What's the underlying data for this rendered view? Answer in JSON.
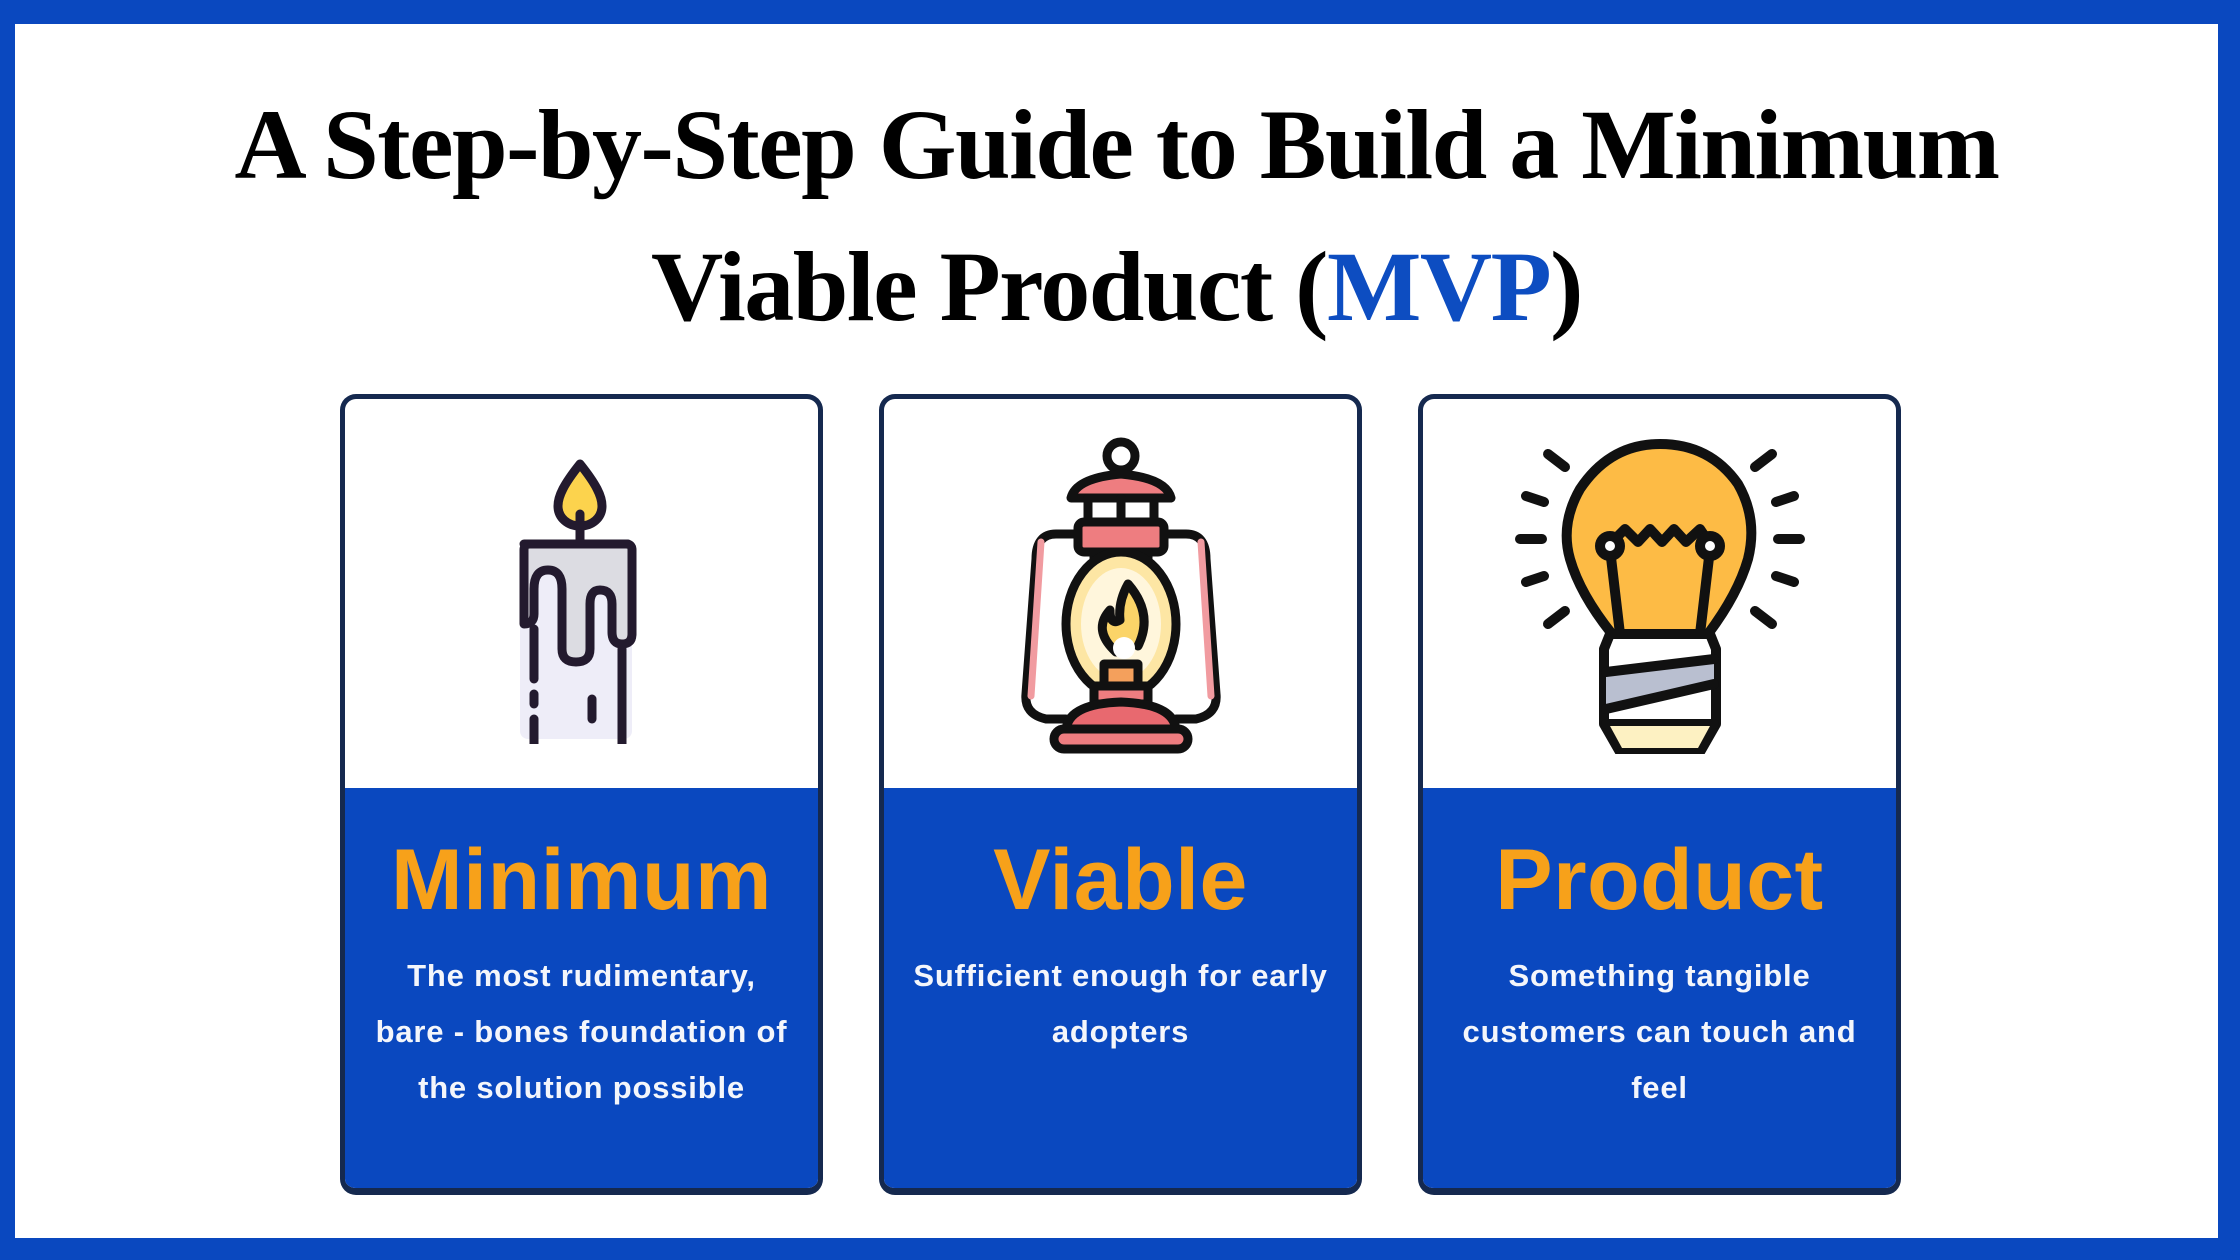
{
  "title": {
    "line1": "A Step-by-Step Guide to Build a Minimum",
    "line2_prefix": "Viable Product (",
    "line2_accent": "MVP",
    "line2_suffix": ")"
  },
  "colors": {
    "frame": "#0a48bf",
    "accent_blue": "#0d4dc1",
    "card_border": "#15294f",
    "card_panel": "#0a48bf",
    "label_orange": "#f7a11a",
    "desc_white": "#f4f6fb"
  },
  "cards": [
    {
      "icon": "candle-icon",
      "label": "Minimum",
      "description": "The most rudimentary, bare - bones foundation of the solution possible"
    },
    {
      "icon": "lantern-icon",
      "label": "Viable",
      "description": "Sufficient enough for early adopters"
    },
    {
      "icon": "light-bulb-icon",
      "label": "Product",
      "description": "Something tangible customers can touch and feel"
    }
  ]
}
